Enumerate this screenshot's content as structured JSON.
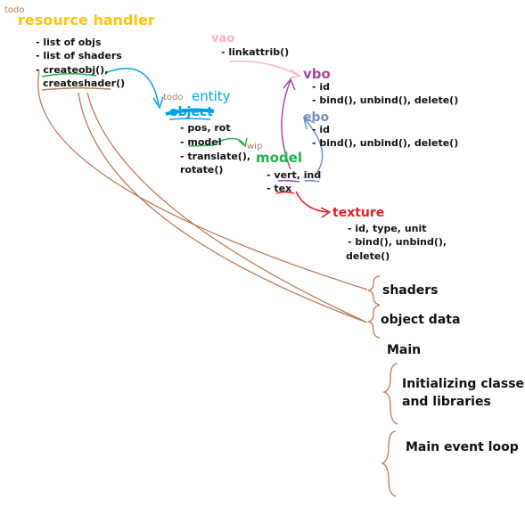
{
  "colors": {
    "resource_handler": "#ffc20e",
    "vao": "#ffaec9",
    "vbo": "#a349a4",
    "ebo": "#7092be",
    "entity": "#00a2e8",
    "model": "#22b14c",
    "texture": "#ed1c24",
    "arrow_brown": "#b97a57",
    "todo": "#b97a57",
    "wip": "#b97a57",
    "text": "#111111"
  },
  "resource_handler": {
    "todo": "todo",
    "title": "resource handler",
    "items": [
      "- list of objs",
      "- list of shaders",
      "- createobj(),",
      "createshader()"
    ]
  },
  "vao": {
    "title": "vao",
    "items": [
      "- linkattrib()"
    ]
  },
  "vbo": {
    "title": "vbo",
    "items": [
      "- id",
      "- bind(), unbind(), delete()"
    ]
  },
  "ebo": {
    "title": "ebo",
    "items": [
      "- id",
      "- bind(), unbind(), delete()"
    ]
  },
  "entity": {
    "todo": "todo",
    "title": "entity",
    "struck_title": "object",
    "items": [
      "- pos, rot",
      "- model",
      "- translate(),",
      "rotate()"
    ]
  },
  "model": {
    "wip": "wip",
    "title": "model",
    "items": [
      "- vert, ind",
      "- tex"
    ]
  },
  "texture": {
    "title": "texture",
    "items": [
      "- id, type, unit",
      "- bind(), unbind(),",
      "delete()"
    ]
  },
  "side_labels": {
    "shaders": "shaders",
    "object_data": "object data",
    "main": "Main",
    "init_line1": "Initializing classes",
    "init_line2": "and libraries",
    "event_loop": "Main event loop"
  }
}
